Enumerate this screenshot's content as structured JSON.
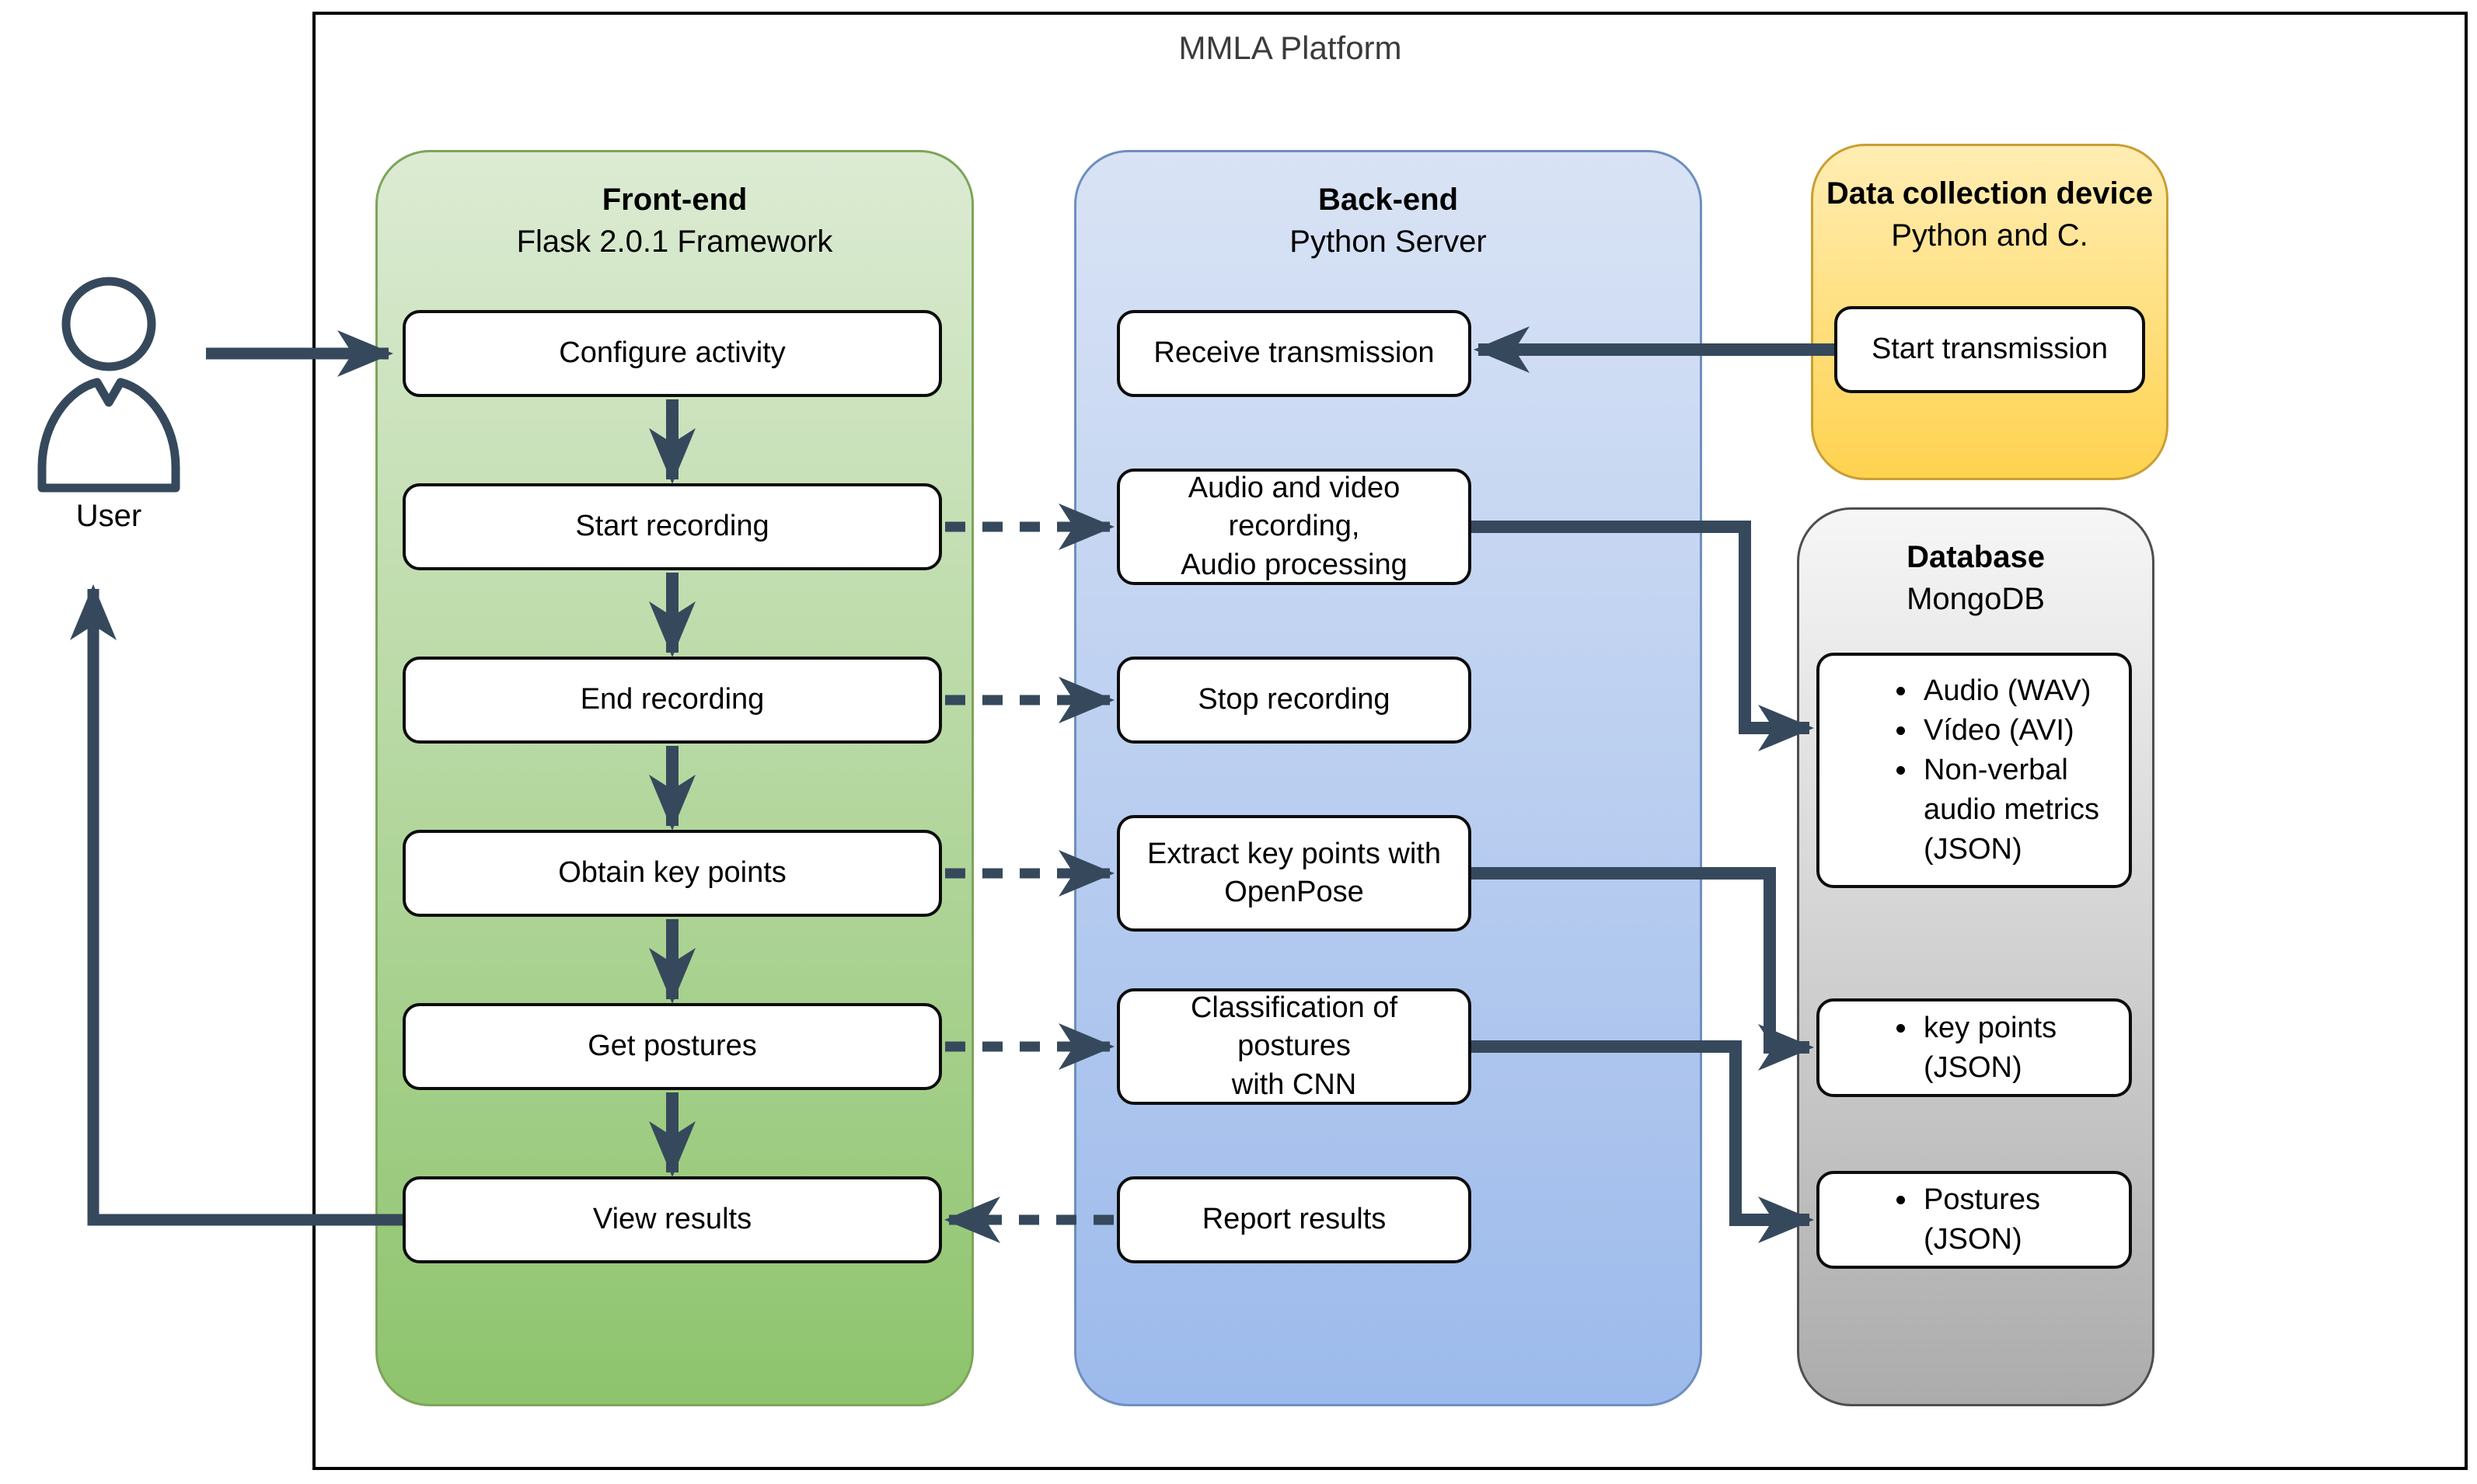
{
  "diagram": {
    "title": "MMLA Platform",
    "user": {
      "label": "User"
    },
    "front_end": {
      "title": "Front-end",
      "subtitle": "Flask 2.0.1 Framework",
      "steps": [
        "Configure activity",
        "Start recording",
        "End recording",
        "Obtain key points",
        "Get postures",
        "View results"
      ]
    },
    "back_end": {
      "title": "Back-end",
      "subtitle": "Python Server",
      "steps": [
        "Receive transmission",
        "Audio and video recording,\nAudio processing",
        "Stop recording",
        "Extract key points with\nOpenPose",
        "Classification of postures\nwith CNN",
        "Report results"
      ]
    },
    "data_device": {
      "title": "Data collection device",
      "subtitle": "Python and C.",
      "steps": [
        "Start transmission"
      ]
    },
    "database": {
      "title": "Database",
      "subtitle": "MongoDB",
      "stores": [
        {
          "items": [
            "Audio (WAV)",
            "Vídeo (AVI)",
            "Non-verbal audio metrics (JSON)"
          ]
        },
        {
          "items": [
            "key points (JSON)"
          ]
        },
        {
          "items": [
            "Postures (JSON)"
          ]
        }
      ]
    }
  },
  "colors": {
    "arrow": "#36495c",
    "green_top": "#dcebd3",
    "green_bottom": "#8ec46d",
    "green_border": "#7ea45b",
    "blue_top": "#d9e3f5",
    "blue_bottom": "#9cbaeb",
    "blue_border": "#6e8fbf",
    "yellow_top": "#ffedb3",
    "yellow_bottom": "#ffd24f",
    "yellow_border": "#c99f33",
    "gray_top": "#f6f6f6",
    "gray_bottom": "#acacac",
    "gray_border": "#4e4e4e",
    "box_border": "#0d0d0d"
  }
}
